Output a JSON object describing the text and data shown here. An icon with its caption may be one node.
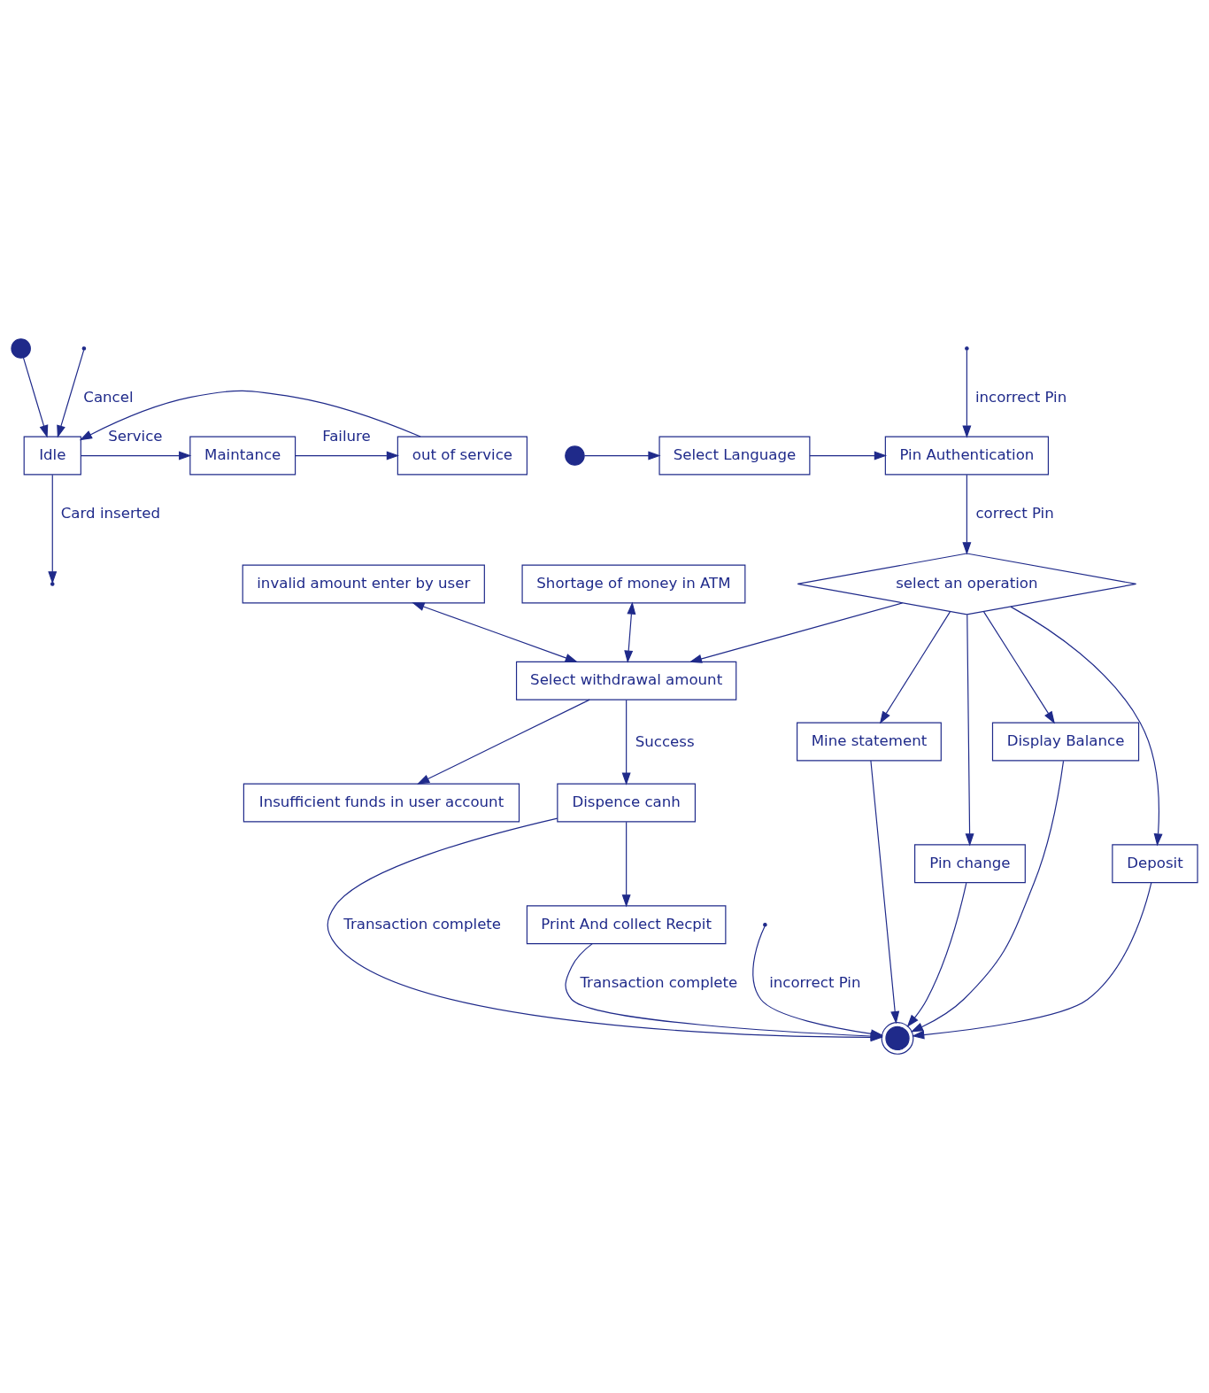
{
  "diagram": {
    "nodes": [
      {
        "text": [],
        "shape": "circle"
      },
      {
        "text": [
          "Idle"
        ]
      },
      {
        "text": [
          "Maintance"
        ]
      },
      {
        "text": [
          "out of service"
        ]
      },
      {
        "text": [],
        "shape": "circle"
      },
      {
        "text": [
          "Select Language"
        ]
      },
      {
        "text": [
          "Pin Authentication"
        ]
      },
      {
        "text": [
          "select an operation"
        ]
      },
      {
        "text": [
          "Mine statement"
        ]
      },
      {
        "text": [
          "Pin change"
        ]
      },
      {
        "text": [
          "Display Balance"
        ]
      },
      {
        "text": [],
        "shape": "circle"
      },
      {
        "text": [
          "invalid amount enter by user"
        ]
      },
      {
        "text": [
          "Deposit"
        ]
      },
      {
        "text": [
          "Select withdrawal amount"
        ]
      },
      {
        "text": [
          "Insufficient funds in user account"
        ]
      },
      {
        "text": [
          "Dispence canh"
        ]
      },
      {
        "text": [
          "Shortage of money in ATM"
        ]
      },
      {
        "text": [
          "Print And collect Recpit"
        ]
      }
    ],
    "edges": [
      {
        "from": 0,
        "to": 1,
        "arrow": "to"
      },
      {
        "from": 1,
        "to": 2,
        "label": "Service",
        "arrow": "to"
      },
      {
        "from": 2,
        "to": 3,
        "label": "Failure",
        "arrow": "to"
      },
      {
        "from": 3,
        "to": 1,
        "arrow": "to"
      },
      {
        "from": 1,
        "to": null,
        "label": "Card inserted",
        "arrow": "to"
      },
      {
        "from": null,
        "to": 1,
        "label": "Cancel",
        "arrow": "to"
      },
      {
        "from": 4,
        "to": 5,
        "arrow": "to"
      },
      {
        "from": 5,
        "to": 6,
        "arrow": "to"
      },
      {
        "from": null,
        "to": 6,
        "label": "incorrect Pin",
        "arrow": "to"
      },
      {
        "from": 6,
        "to": 7,
        "label": "correct Pin",
        "arrow": "to"
      },
      {
        "from": null,
        "to": 11,
        "label": "incorrect Pin",
        "arrow": "to"
      },
      {
        "from": 7,
        "to": 8,
        "arrow": "to"
      },
      {
        "from": 7,
        "to": 9,
        "arrow": "to"
      },
      {
        "from": 7,
        "to": 10,
        "arrow": "to"
      },
      {
        "from": 7,
        "to": 13,
        "arrow": "to"
      },
      {
        "from": 7,
        "to": 14,
        "arrow": "to"
      },
      {
        "from": 8,
        "to": 11,
        "arrow": "to"
      },
      {
        "from": 9,
        "to": 11,
        "arrow": "to"
      },
      {
        "from": 10,
        "to": 11,
        "arrow": "to"
      },
      {
        "from": 13,
        "to": 11,
        "arrow": "to"
      },
      {
        "from": 12,
        "to": 14,
        "arrow": "both"
      },
      {
        "from": 14,
        "to": 15,
        "arrow": "to"
      },
      {
        "from": 14,
        "to": 16,
        "label": "Success",
        "arrow": "to"
      },
      {
        "from": 17,
        "to": 14,
        "arrow": "both"
      },
      {
        "from": 16,
        "to": 11,
        "label": "Transaction complete",
        "arrow": "to"
      },
      {
        "from": 16,
        "to": 18,
        "arrow": "to"
      },
      {
        "from": 18,
        "to": 11,
        "label": "Transaction complete",
        "arrow": "to"
      }
    ]
  }
}
